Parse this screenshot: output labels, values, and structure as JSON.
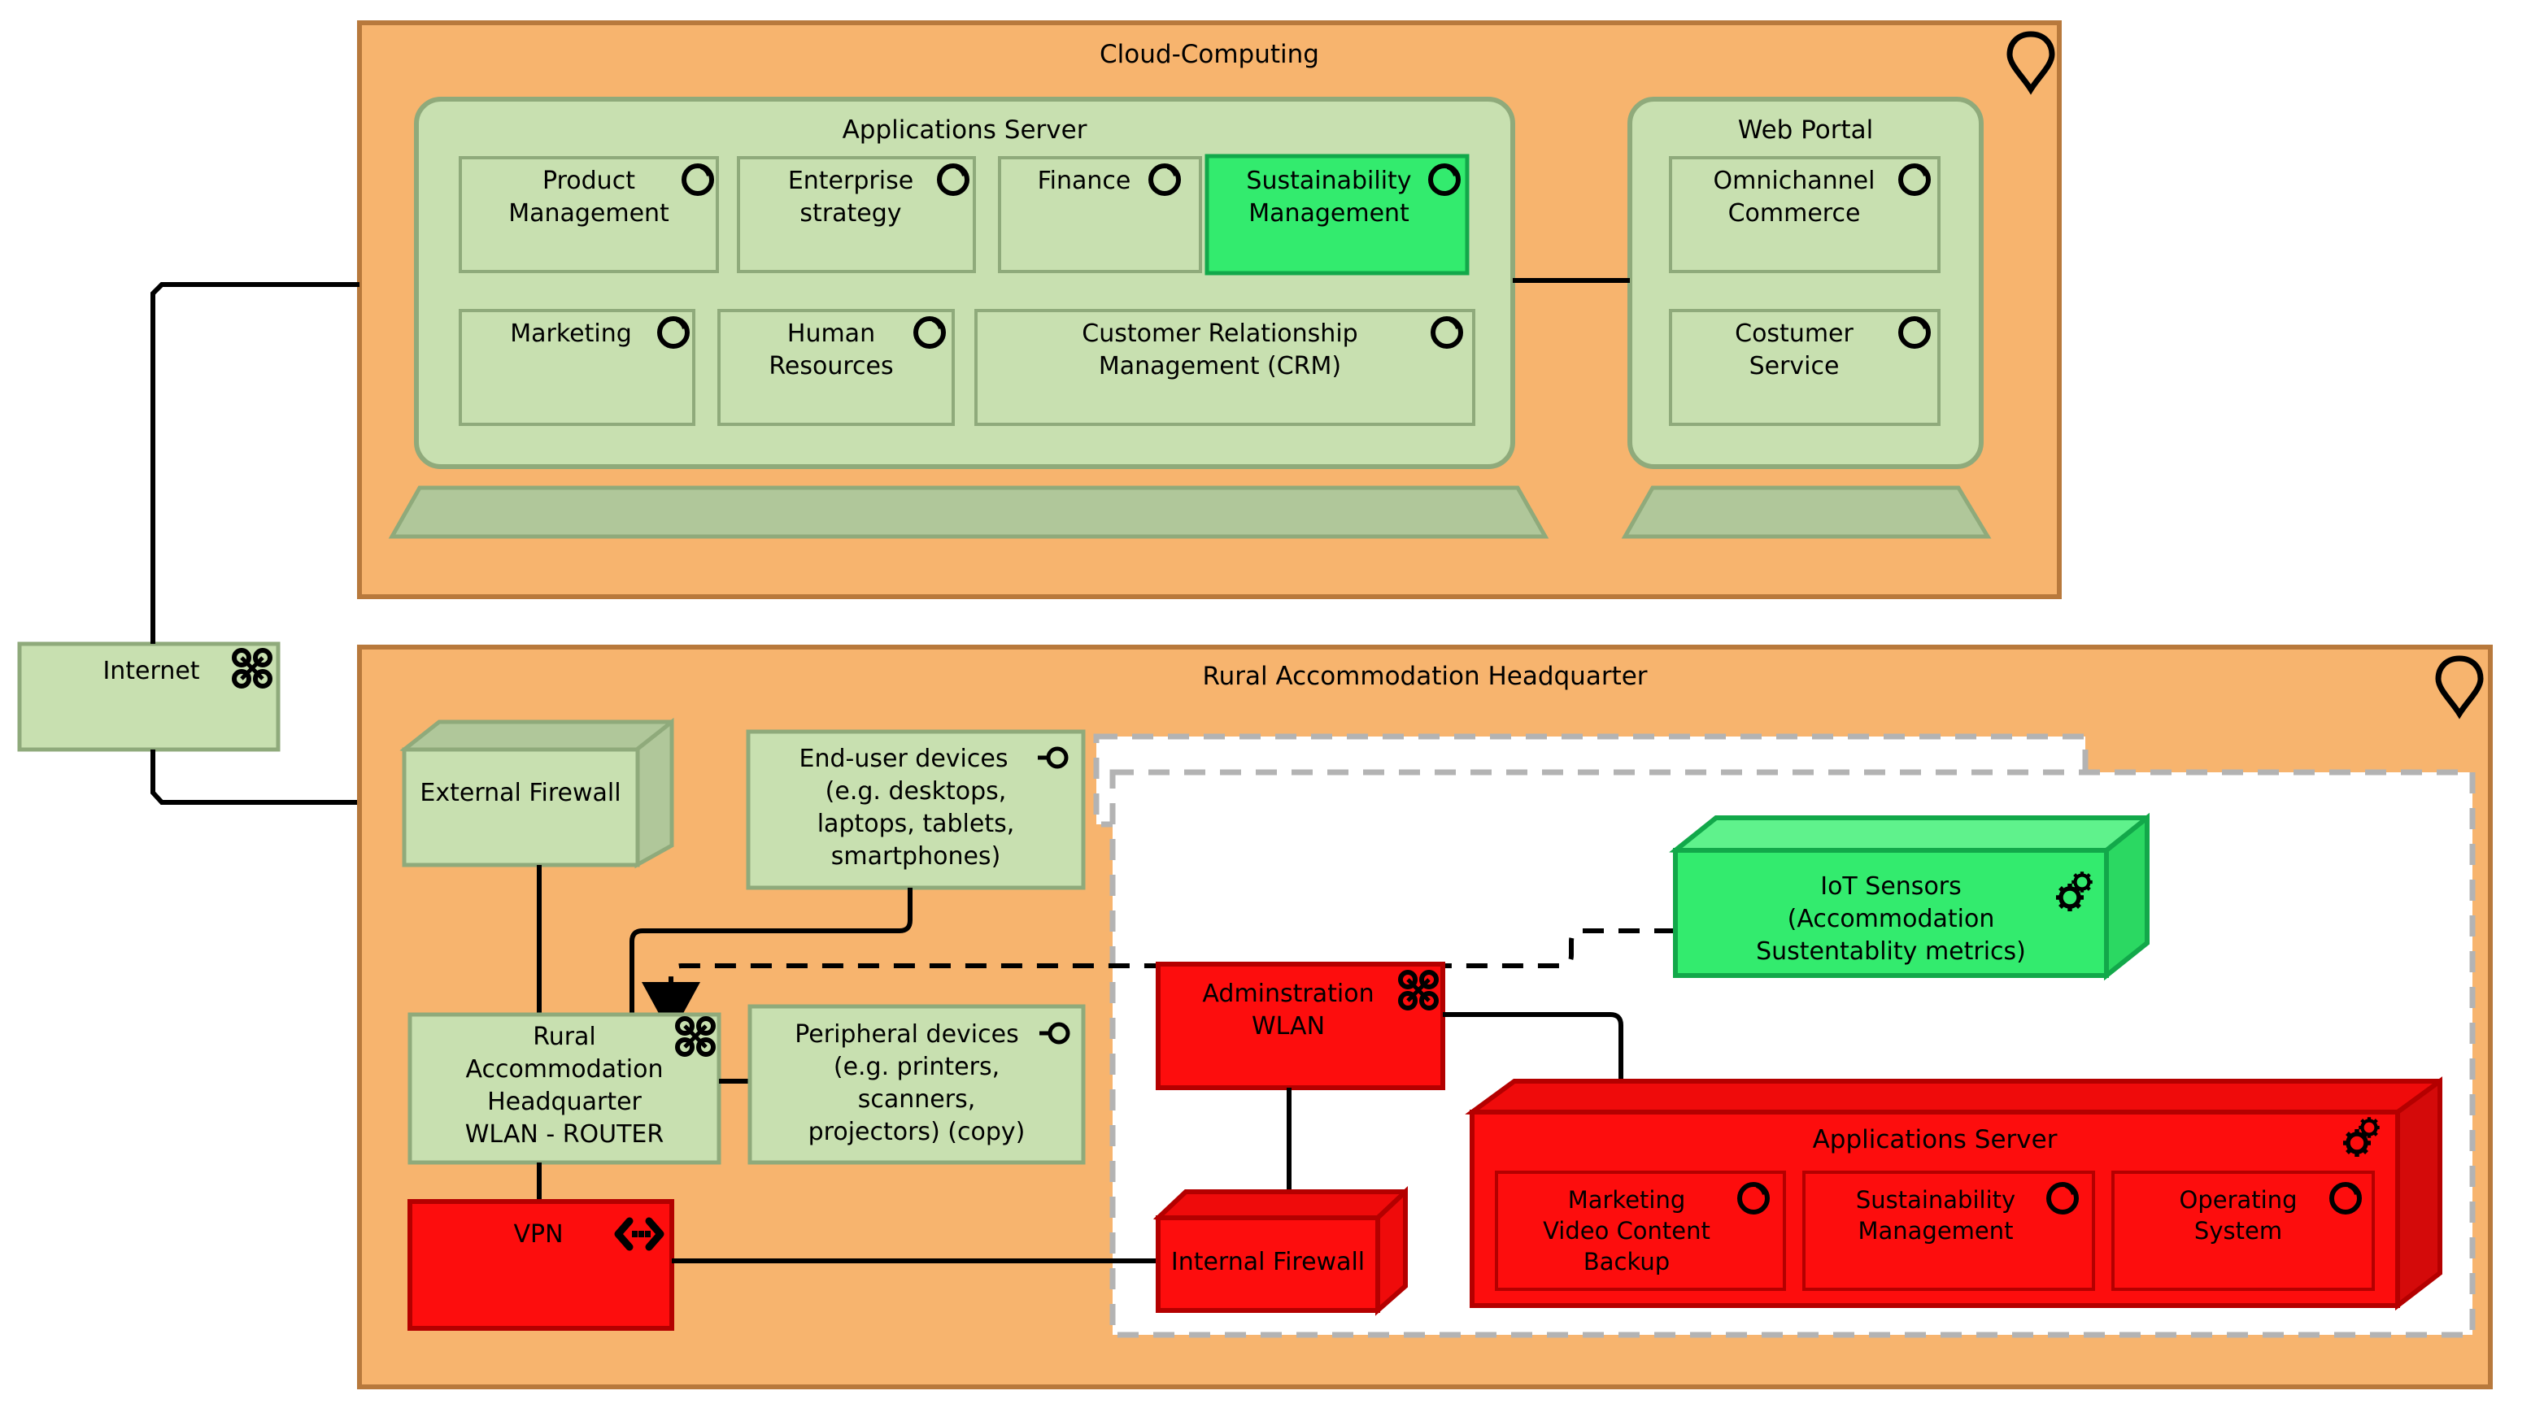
{
  "colors": {
    "orange_fill": "#f7b46e",
    "orange_stroke": "#b8793c",
    "green_fill": "#c8e0b0",
    "green_stroke": "#8faa7b",
    "green_shadow": "#b0c79a",
    "bright_green_fill": "#33eb6e",
    "bright_green_stroke": "#12a84a",
    "bright_green_top": "#5ff28c",
    "red_fill": "#fd0d0d",
    "red_stroke": "#b40000",
    "red_top": "#ef0b0b",
    "dashed_white_fill": "#ffffff",
    "dashed_white_stroke": "#b3b3b3",
    "line": "#000000"
  },
  "internet": {
    "label": "Internet",
    "icon": "communication-network-icon"
  },
  "cloud": {
    "title": "Cloud-Computing",
    "location_icon": "location-pin-icon",
    "applications_server": {
      "title": "Applications Server",
      "row1": [
        {
          "label": "Product\nManagement",
          "lines": [
            "Product",
            "Management"
          ],
          "icon": "application-component-icon",
          "highlight": false
        },
        {
          "label": "Enterprise\nstrategy",
          "lines": [
            "Enterprise",
            "strategy"
          ],
          "icon": "application-component-icon",
          "highlight": false
        },
        {
          "label": "Finance",
          "lines": [
            "Finance"
          ],
          "icon": "application-component-icon",
          "highlight": false
        },
        {
          "label": "Sustainability\nManagement",
          "lines": [
            "Sustainability",
            "Management"
          ],
          "icon": "application-component-icon",
          "highlight": true
        }
      ],
      "row2": [
        {
          "label": "Marketing",
          "lines": [
            "Marketing"
          ],
          "icon": "application-component-icon",
          "highlight": false
        },
        {
          "label": "Human\nResources",
          "lines": [
            "Human",
            "Resources"
          ],
          "icon": "application-component-icon",
          "highlight": false
        },
        {
          "label": "Customer Relationship\nManagement (CRM)",
          "lines": [
            "Customer Relationship",
            "Management (CRM)"
          ],
          "icon": "application-component-icon",
          "highlight": false
        }
      ]
    },
    "web_portal": {
      "title": "Web Portal",
      "items": [
        {
          "label": "Omnichannel\nCommerce",
          "lines": [
            "Omnichannel",
            "Commerce"
          ],
          "icon": "application-component-icon"
        },
        {
          "label": "Costumer\nService",
          "lines": [
            "Costumer",
            "Service"
          ],
          "icon": "application-component-icon"
        }
      ]
    }
  },
  "headquarter": {
    "title": "Rural Accommodation Headquarter",
    "location_icon": "location-pin-icon",
    "external_firewall": {
      "label": "External Firewall"
    },
    "end_user_devices": {
      "lines": [
        "End-user devices",
        "(e.g. desktops,",
        "laptops, tablets,",
        "smartphones)"
      ],
      "icon": "interface-lollipop-icon"
    },
    "router": {
      "lines": [
        "Rural",
        "Accommodation",
        "Headquarter",
        "WLAN - ROUTER"
      ],
      "icon": "communication-network-icon"
    },
    "peripheral_devices": {
      "lines": [
        "Peripheral devices",
        "(e.g. printers,",
        "scanners,",
        "projectors) (copy)"
      ],
      "icon": "interface-lollipop-icon"
    },
    "vpn": {
      "label": "VPN",
      "icon": "path-communication-icon"
    },
    "admin_wlan": {
      "lines": [
        "Adminstration",
        "WLAN"
      ],
      "icon": "communication-network-icon"
    },
    "internal_firewall": {
      "label": "Internal Firewall"
    },
    "iot_sensors": {
      "lines": [
        "IoT Sensors",
        "(Accommodation",
        "Sustentablity metrics)"
      ],
      "icon": "system-software-gears-icon"
    },
    "app_server_red": {
      "title": "Applications Server",
      "icon": "system-software-gears-icon",
      "items": [
        {
          "lines": [
            "Marketing",
            "Video Content",
            "Backup"
          ],
          "icon": "application-component-icon"
        },
        {
          "lines": [
            "Sustainability",
            "Management"
          ],
          "icon": "application-component-icon"
        },
        {
          "lines": [
            "Operating",
            "System"
          ],
          "icon": "application-component-icon"
        }
      ]
    }
  }
}
